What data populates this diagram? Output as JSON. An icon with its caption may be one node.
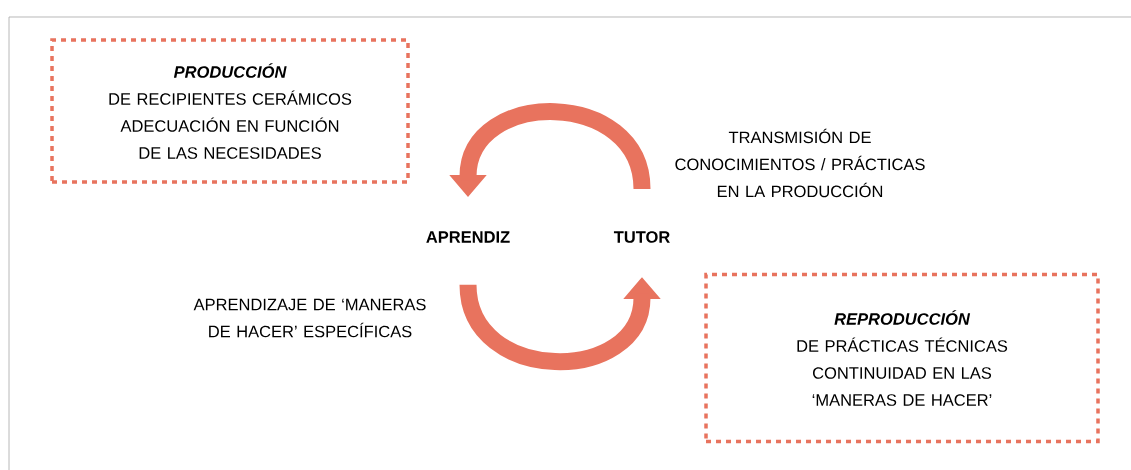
{
  "diagram": {
    "nodes": [
      {
        "text": [
          "PRODUCCIÓN",
          "DE RECIPIENTES CERÁMICOS ADECUACIÓN EN FUNCIÓN DE LAS NECESIDADES"
        ]
      },
      {
        "text": [
          "APRENDIZ"
        ]
      },
      {
        "text": [
          "TUTOR"
        ]
      },
      {
        "text": [
          "REPRODUCCIÓN",
          "DE PRÁCTICAS TÉCNICAS CONTINUIDAD EN LAS ‘MANERAS DE HACER’"
        ]
      }
    ],
    "edges": [
      {
        "from": 2,
        "to": 1,
        "arrow": "to",
        "label": "TRANSMISIÓN DE CONOCIMIENTOS / PRÁCTICAS EN LA PRODUCCIÓN"
      },
      {
        "from": 1,
        "to": 2,
        "arrow": "to",
        "label": "APRENDIZAJE DE ‘MANERAS DE HACER’ ESPECÍFICAS"
      }
    ]
  }
}
